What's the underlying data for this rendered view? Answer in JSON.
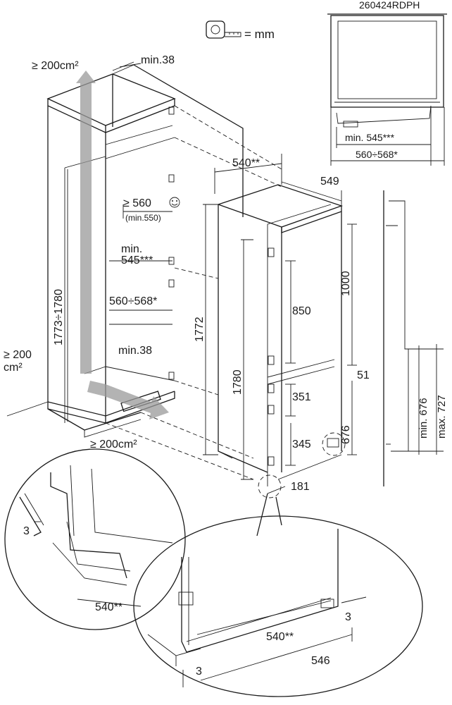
{
  "drawing_code": "260424RDPH",
  "unit_legend": {
    "icon": "tape-measure-icon",
    "text": "= mm"
  },
  "labels": {
    "vent_top": "≥ 200cm²",
    "min38_top": "min.38",
    "depth_540_top": "540**",
    "depth_549": "549",
    "width_560": "≥ 560",
    "width_560_sub": "(min.550)",
    "min545": "min.",
    "min545b": "545***",
    "range_560_568": "560÷568*",
    "niche_height": "1773÷1780",
    "vent_left_a": "≥ 200",
    "vent_left_b": "cm²",
    "min38_bottom": "min.38",
    "vent_bottom": "≥ 200cm²",
    "h_1772": "1772",
    "h_1780": "1780",
    "h_850": "850",
    "h_1000": "1000",
    "h_51": "51",
    "h_351": "351",
    "h_345": "345",
    "h_676": "676",
    "h_181": "181",
    "inset_min545": "min. 545***",
    "inset_range": "560÷568*",
    "side_min676": "min. 676",
    "side_max727": "max. 727",
    "detail_3a": "3",
    "detail_540": "540**",
    "detail_3b": "3",
    "detail_540b": "540**",
    "detail_3c": "3",
    "detail_546": "546"
  },
  "colors": {
    "line": "#1a1a1a",
    "arrow_fill": "#8c8c8c",
    "arrow_light": "#d9d9d9",
    "background": "#ffffff"
  }
}
